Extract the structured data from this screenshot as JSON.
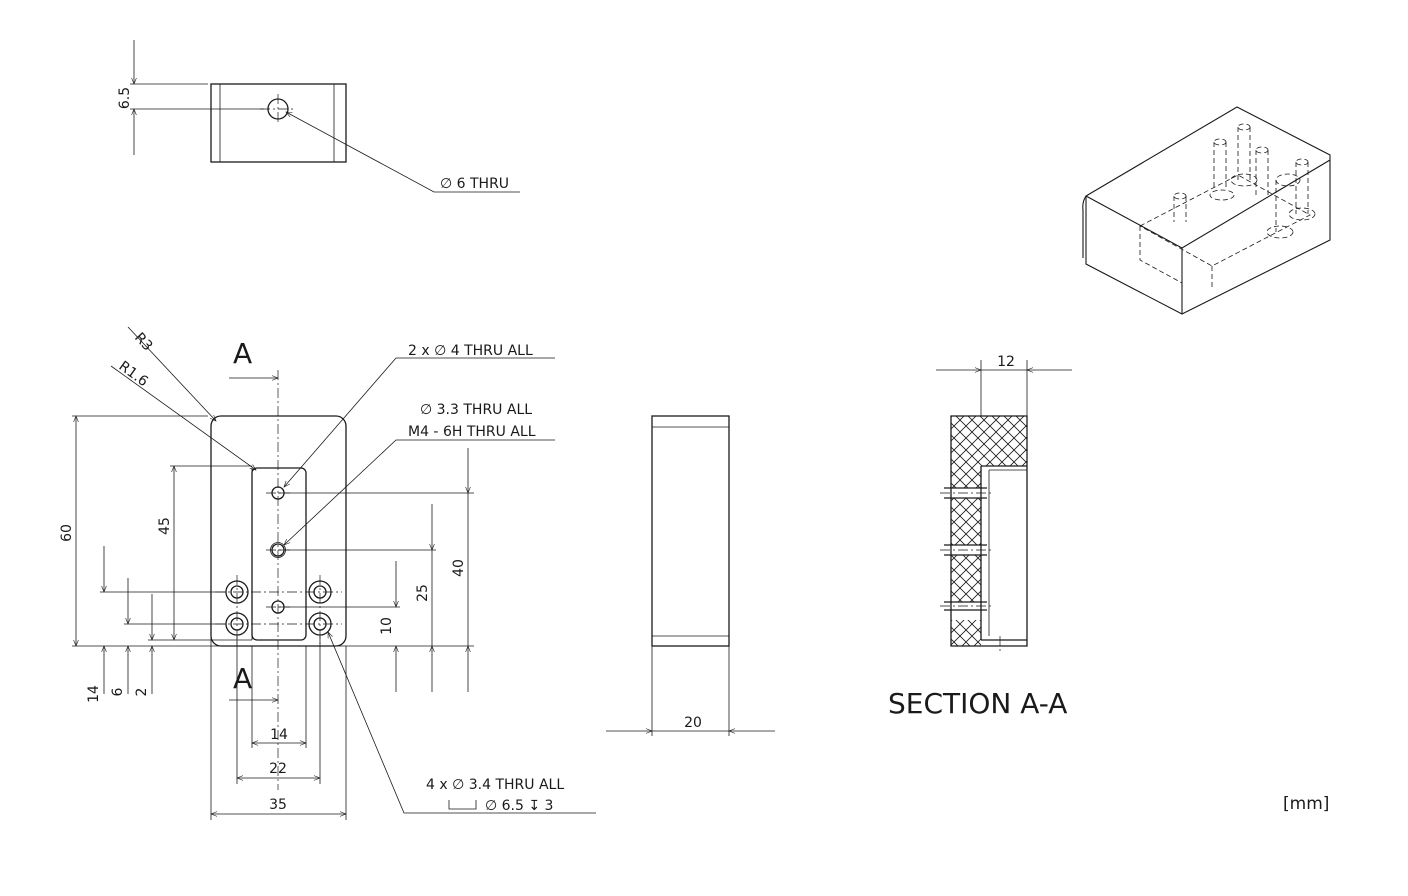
{
  "top_view": {
    "dim_offset": "6.5",
    "hole_note": "∅ 6 THRU"
  },
  "front_view": {
    "section_label_top": "A",
    "section_label_bottom": "A",
    "radius_outer": "R3",
    "radius_inner": "R1.6",
    "note_2x": "2 x ∅ 4 THRU ALL",
    "note_33": "∅ 3.3 THRU ALL",
    "note_m4": "M4 - 6H THRU ALL",
    "note_4x_line1": "4 x ∅ 3.4 THRU ALL",
    "note_4x_line2": "∅ 6.5 ↧ 3",
    "dim_height": "60",
    "dim_pocket_height": "45",
    "dim_40": "40",
    "dim_25": "25",
    "dim_10": "10",
    "dim_14_left": "14",
    "dim_6": "6",
    "dim_2": "2",
    "dim_14_width": "14",
    "dim_22": "22",
    "dim_35": "35"
  },
  "side_view": {
    "dim_width": "20"
  },
  "section_view": {
    "dim_12": "12",
    "title": "SECTION A-A"
  },
  "units": "[mm]",
  "colors": {
    "line": "#1a1a1a",
    "background": "#ffffff"
  }
}
